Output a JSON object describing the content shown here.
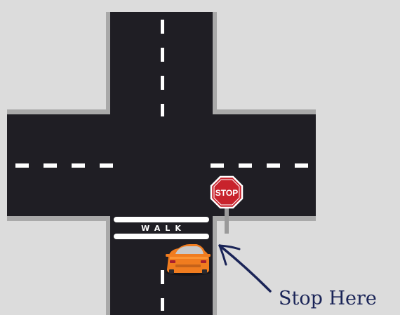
{
  "diagram": {
    "crosswalk_label": "WALK",
    "sign_label": "STOP",
    "annotation_label": "Stop Here"
  },
  "colors": {
    "background": "#dcdcdc",
    "curb": "#a9a9a9",
    "asphalt": "#1f1e24",
    "lane_marking": "#ffffff",
    "stop_sign": "#c8232c",
    "car_body": "#f07c1f",
    "annotation": "#1a2457"
  },
  "icons": {
    "sign": "stop-sign-icon",
    "vehicle": "car-icon",
    "pointer": "curved-arrow-icon"
  }
}
